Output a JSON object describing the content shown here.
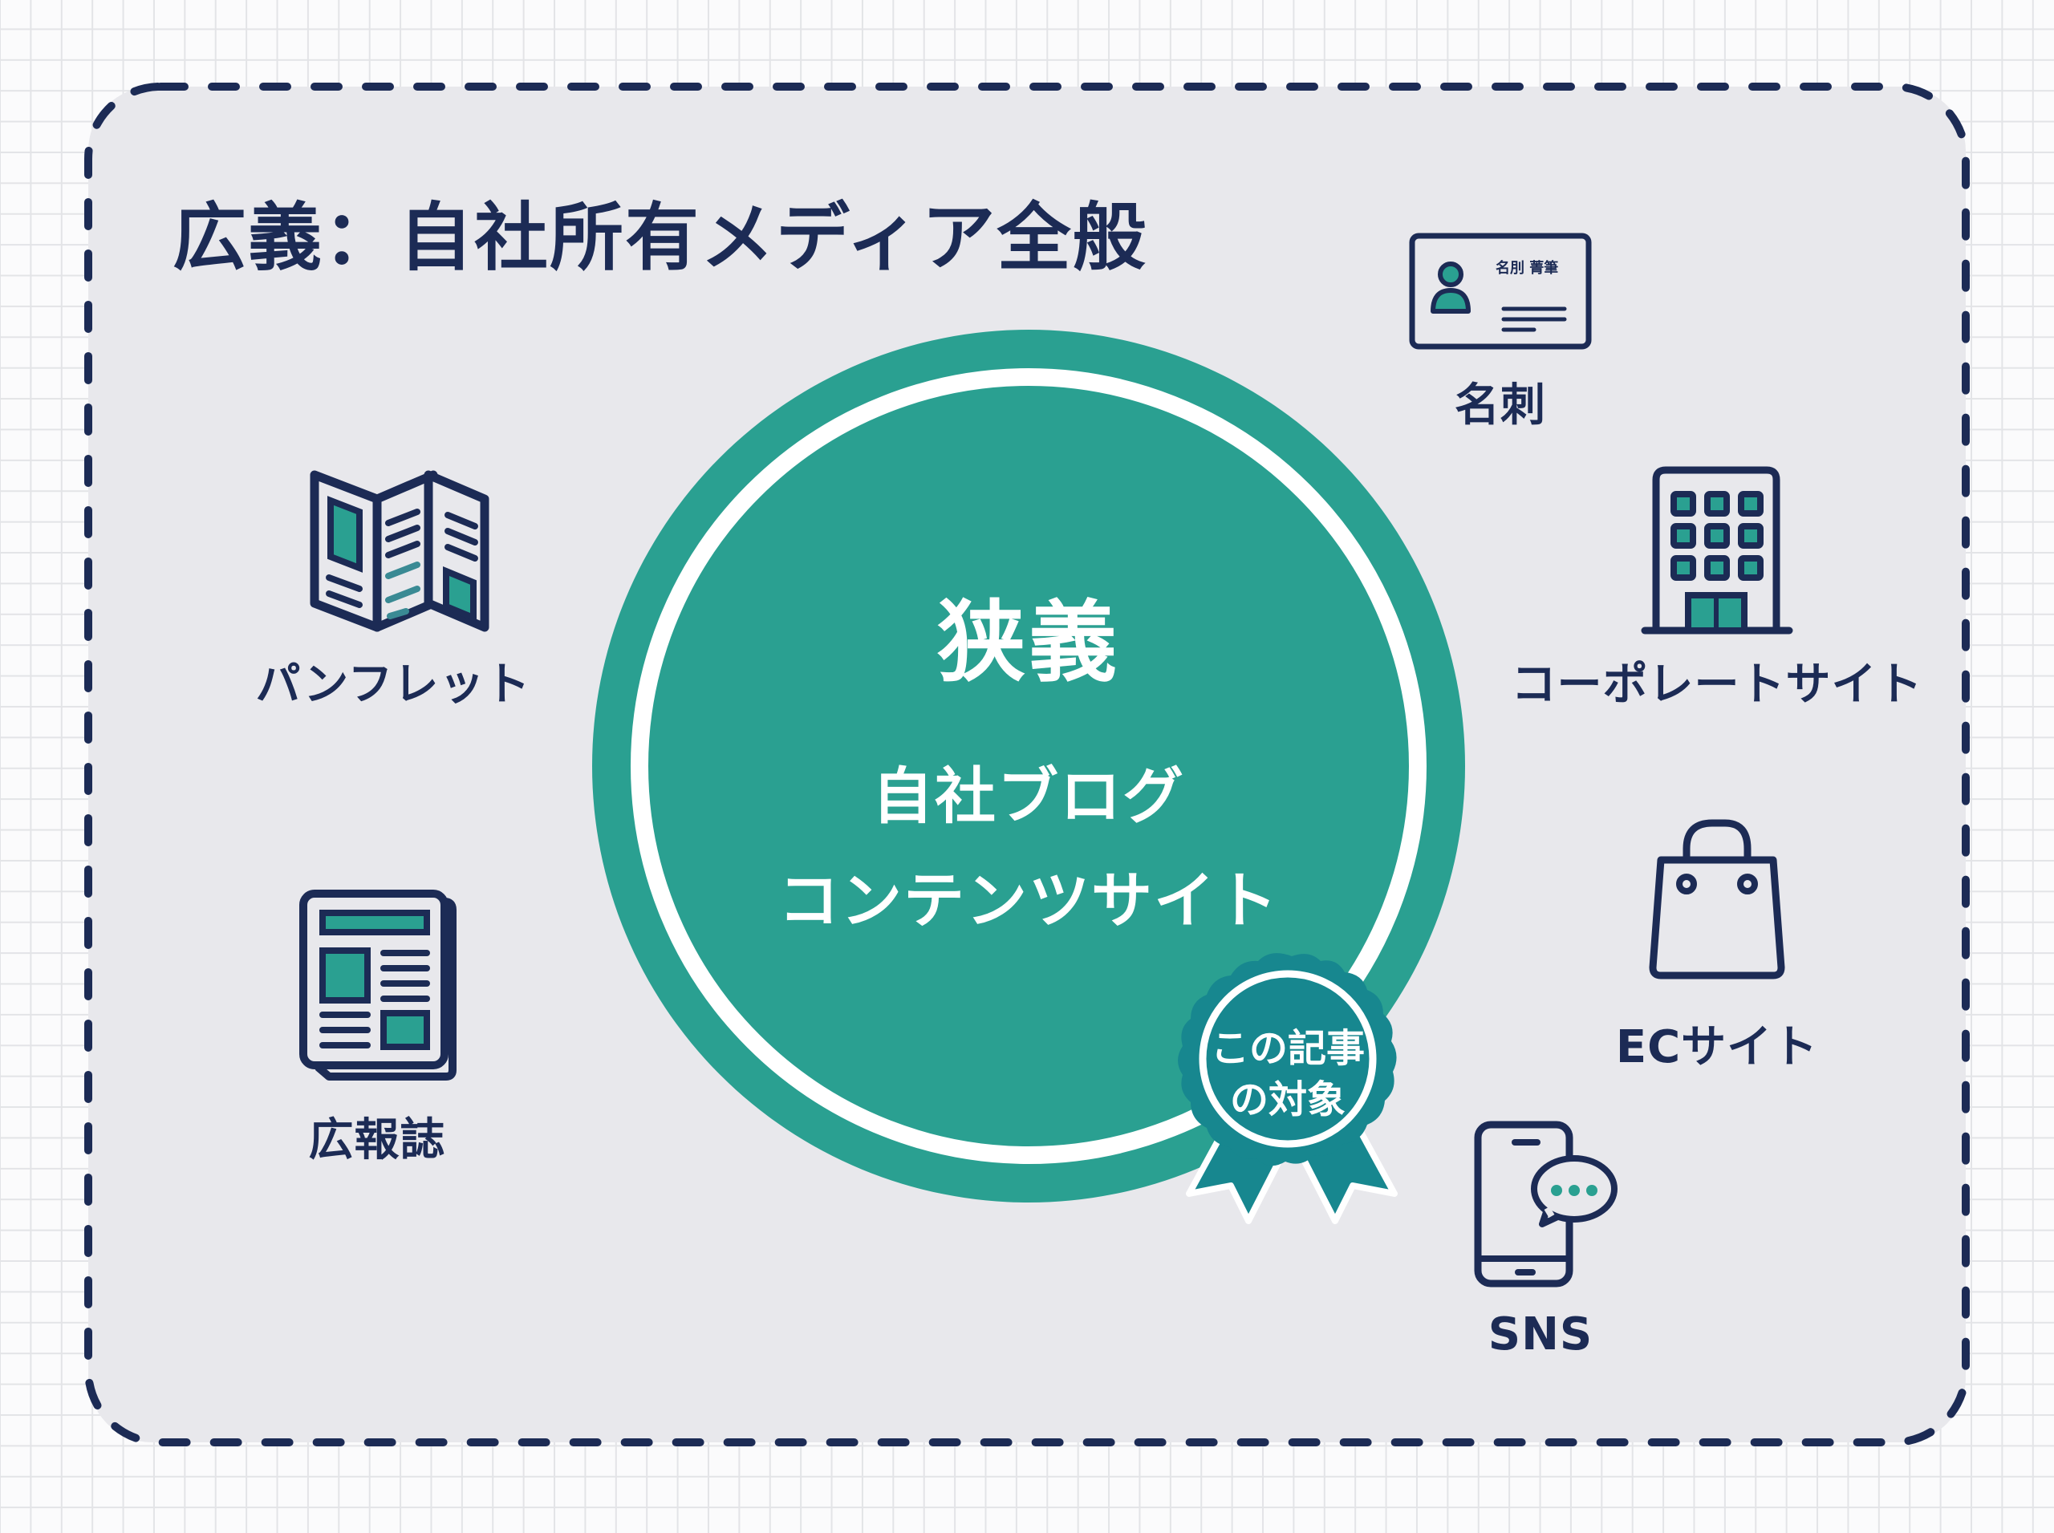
{
  "diagram": {
    "outer_title": "広義：自社所有メディア全般",
    "inner": {
      "title": "狭義",
      "lines": [
        "自社ブログ",
        "コンテンツサイト"
      ]
    },
    "badge": {
      "line1": "この記事",
      "line2": "の対象"
    },
    "items": [
      {
        "id": "pamphlet",
        "label": "パンフレット",
        "icon": "brochure-icon"
      },
      {
        "id": "newsletter",
        "label": "広報誌",
        "icon": "newsletter-icon"
      },
      {
        "id": "business-card",
        "label": "名刺",
        "icon": "business-card-icon",
        "card_text": "名刖 菁筆"
      },
      {
        "id": "corporate-site",
        "label": "コーポレートサイト",
        "icon": "building-icon"
      },
      {
        "id": "ec-site",
        "label": "ECサイト",
        "icon": "shopping-bag-icon"
      },
      {
        "id": "sns",
        "label": "SNS",
        "icon": "smartphone-chat-icon"
      }
    ],
    "colors": {
      "navy": "#1c2b55",
      "teal": "#2aa091",
      "badge_teal": "#17878f",
      "panel": "#e8e8ec",
      "white": "#ffffff"
    }
  }
}
